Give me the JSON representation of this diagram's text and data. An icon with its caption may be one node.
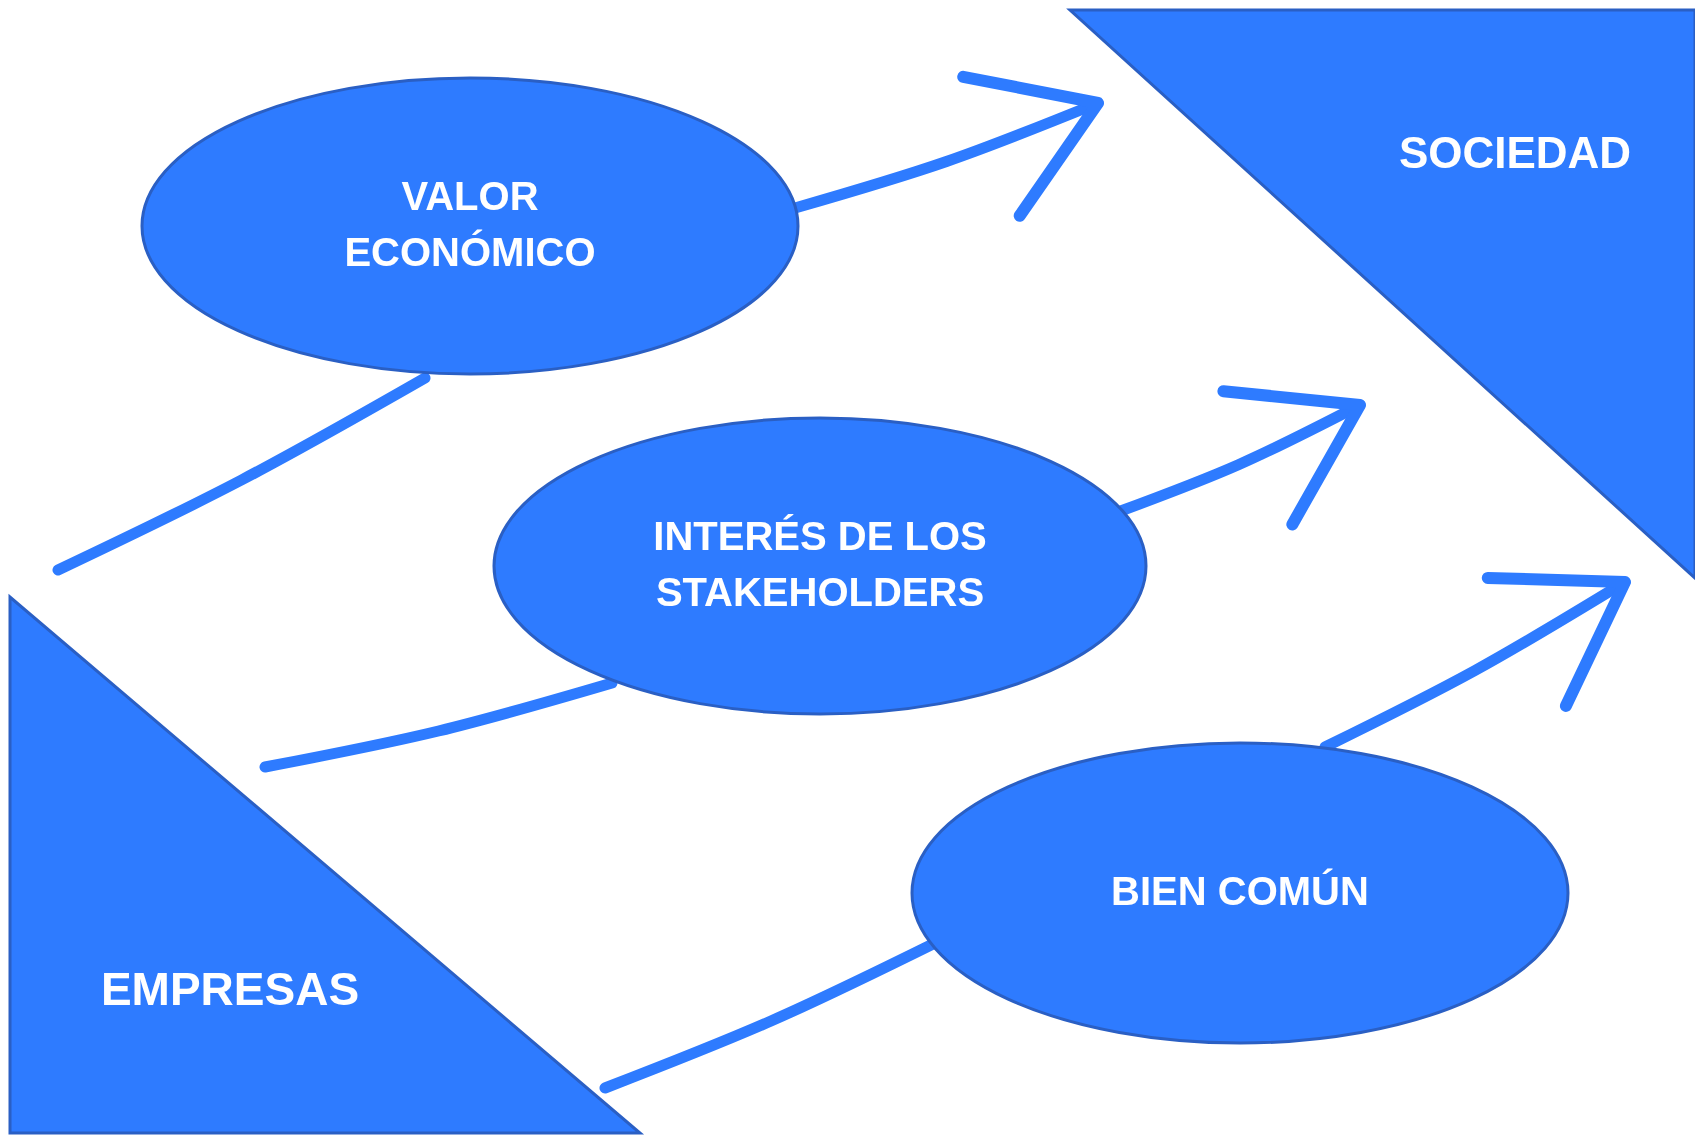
{
  "diagram": {
    "nodes": [
      {
        "text": [
          "SOCIEDAD"
        ]
      },
      {
        "text": [
          "VALOR ECONÓMICO"
        ]
      },
      {
        "text": [
          "INTERÉS DE LOS STAKEHOLDERS"
        ]
      },
      {
        "text": [
          "BIEN COMÚN"
        ]
      },
      {
        "text": [
          "EMPRESAS"
        ]
      }
    ],
    "edges": [
      {
        "from": 4,
        "to": 1,
        "arrow": "none"
      },
      {
        "from": 1,
        "to": 0,
        "arrow": "to"
      },
      {
        "from": 4,
        "to": 2,
        "arrow": "none"
      },
      {
        "from": 2,
        "to": 0,
        "arrow": "to"
      },
      {
        "from": 4,
        "to": 3,
        "arrow": "none"
      },
      {
        "from": 3,
        "to": 0,
        "arrow": "to"
      }
    ]
  }
}
